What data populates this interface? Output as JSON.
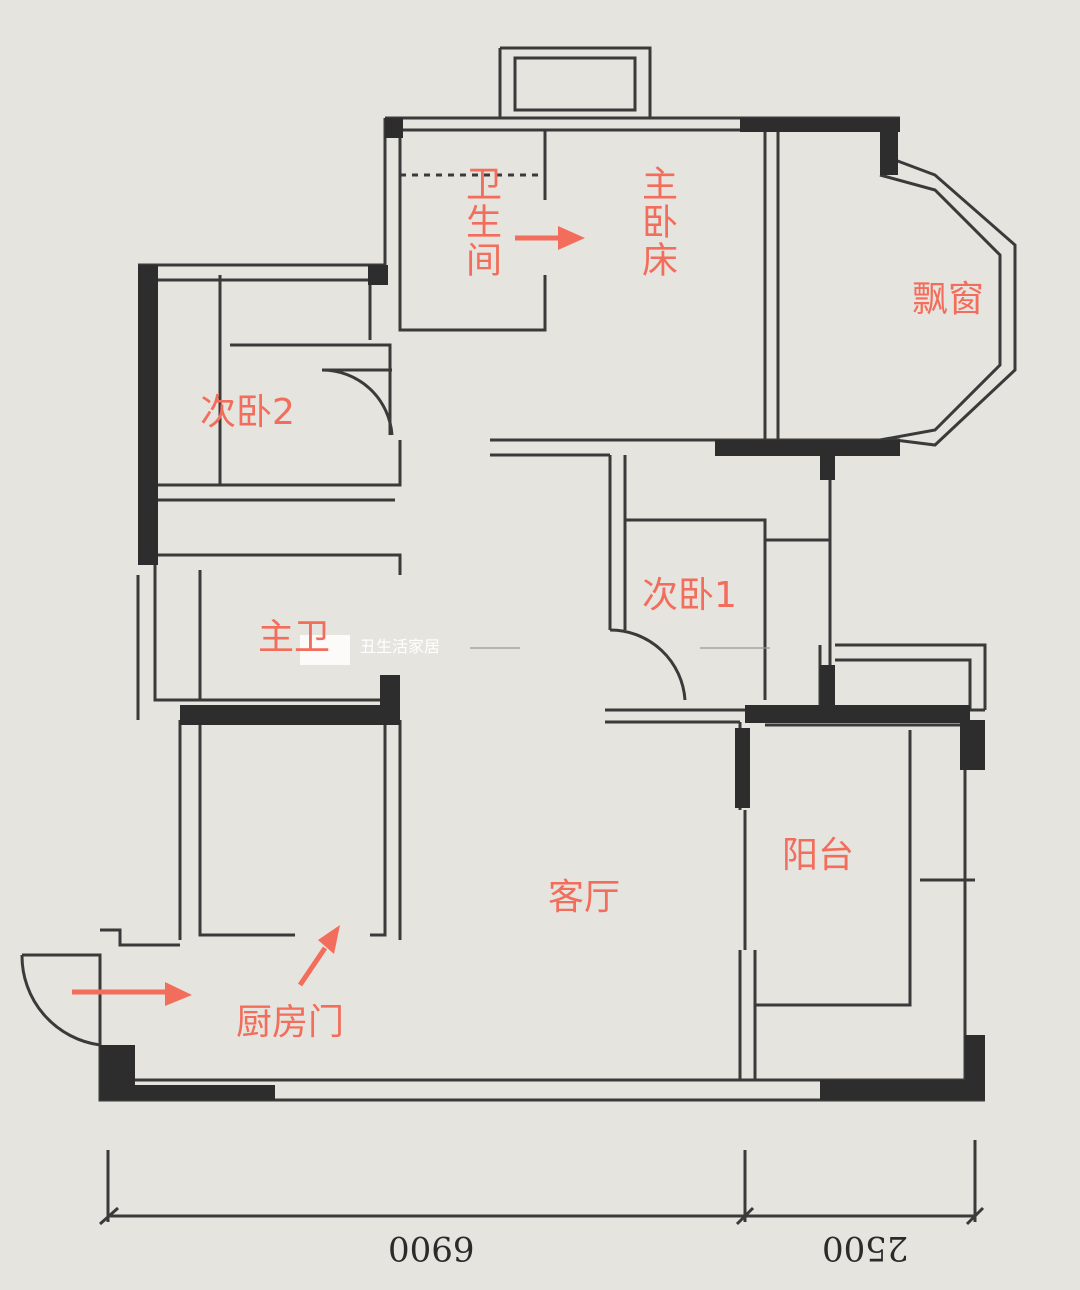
{
  "rooms": {
    "bathroom_small": "卫生间",
    "master_bedroom": "主卧床",
    "bay_window": "飘窗",
    "bedroom2": "次卧2",
    "bedroom1": "次卧1",
    "master_bath": "主卫",
    "living_room": "客厅",
    "balcony": "阳台",
    "kitchen_door": "厨房门"
  },
  "dimensions": {
    "left": "6900",
    "right": "2500"
  },
  "watermark": {
    "text": "丑生活家居"
  },
  "colors": {
    "label": "#f26d5b",
    "wall": "#2d2d2d",
    "line": "#3a3a3a",
    "paper": "#e6e4de"
  }
}
